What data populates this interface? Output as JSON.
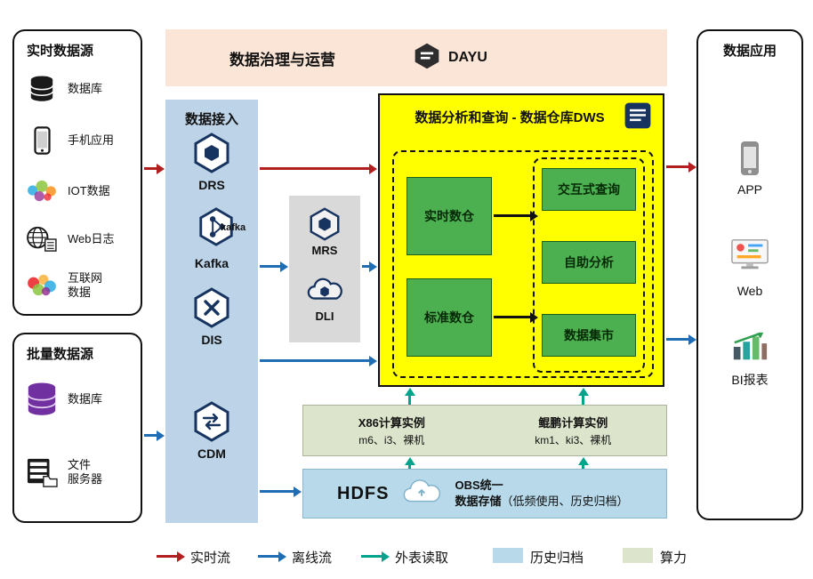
{
  "colors": {
    "realtime": "#b21f1f",
    "offline": "#1f6db4",
    "external": "#00a38c",
    "history": "#b7d9ea",
    "compute": "#dde4cc",
    "banner": "#fbe5d6",
    "access": "#bcd3e8",
    "dws": "#ffff00",
    "green": "#4caf50",
    "gray": "#d9d9d9",
    "dark": "#17335f"
  },
  "realtime_sources": {
    "title": "实时数据源",
    "items": [
      {
        "label": "数据库"
      },
      {
        "label": "手机应用"
      },
      {
        "label": "IOT数据"
      },
      {
        "label": "Web日志"
      },
      {
        "lines": [
          "互联网",
          "数据"
        ]
      }
    ]
  },
  "batch_sources": {
    "title": "批量数据源",
    "items": [
      {
        "label": "数据库"
      },
      {
        "lines": [
          "文件",
          "服务器"
        ]
      }
    ]
  },
  "governance": {
    "title": "数据治理与运营",
    "logo_text": "DAYU"
  },
  "access": {
    "title": "数据接入",
    "services": [
      {
        "name": "DRS"
      },
      {
        "name": "Kafka",
        "logo_text": "kafka"
      },
      {
        "name": "DIS"
      },
      {
        "name": "CDM"
      }
    ]
  },
  "middleware": {
    "services": [
      {
        "name": "MRS"
      },
      {
        "name": "DLI"
      }
    ]
  },
  "dws": {
    "title": "数据分析和查询 - 数据仓库DWS",
    "left_boxes": [
      {
        "label": "实时数仓"
      },
      {
        "label": "标准数仓"
      }
    ],
    "right_boxes": [
      {
        "label": "交互式查询"
      },
      {
        "label": "自助分析"
      },
      {
        "label": "数据集市"
      }
    ]
  },
  "compute": {
    "groups": [
      {
        "title": "X86计算实例",
        "subtitle": "m6、i3、裸机"
      },
      {
        "title": "鲲鹏计算实例",
        "subtitle": "km1、ki3、裸机"
      }
    ]
  },
  "storage": {
    "hdfs": "HDFS",
    "obs_line1": "OBS统一",
    "obs_line2": "数据存储",
    "obs_note": "（低频使用、历史归档）"
  },
  "apps": {
    "title": "数据应用",
    "items": [
      {
        "label": "APP"
      },
      {
        "label": "Web"
      },
      {
        "label": "BI报表"
      }
    ]
  },
  "legend": {
    "items": [
      {
        "label": "实时流"
      },
      {
        "label": "离线流"
      },
      {
        "label": "外表读取"
      },
      {
        "label": "历史归档"
      },
      {
        "label": "算力"
      }
    ]
  }
}
